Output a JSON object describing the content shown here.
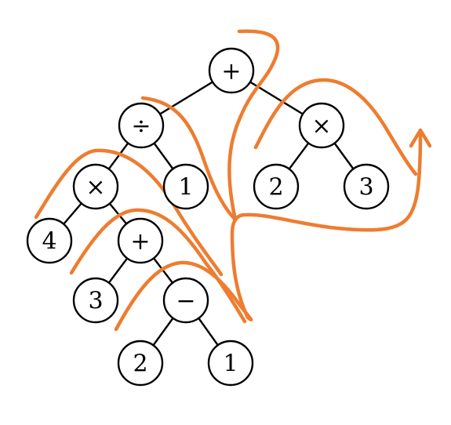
{
  "diagram": {
    "type": "expression-tree-traversal",
    "colors": {
      "tree": "#000000",
      "traversal": "#ED7D31"
    },
    "nodes": [
      {
        "id": "plus-root",
        "label": "+"
      },
      {
        "id": "divide",
        "label": "÷"
      },
      {
        "id": "times-right",
        "label": "×"
      },
      {
        "id": "times-left",
        "label": "×"
      },
      {
        "id": "one-a",
        "label": "1"
      },
      {
        "id": "two-a",
        "label": "2"
      },
      {
        "id": "three-a",
        "label": "3"
      },
      {
        "id": "four",
        "label": "4"
      },
      {
        "id": "plus-inner",
        "label": "+"
      },
      {
        "id": "three-b",
        "label": "3"
      },
      {
        "id": "minus",
        "label": "−"
      },
      {
        "id": "two-b",
        "label": "2"
      },
      {
        "id": "one-b",
        "label": "1"
      }
    ],
    "edges": [
      [
        "plus-root",
        "divide"
      ],
      [
        "plus-root",
        "times-right"
      ],
      [
        "divide",
        "times-left"
      ],
      [
        "divide",
        "one-a"
      ],
      [
        "times-right",
        "two-a"
      ],
      [
        "times-right",
        "three-a"
      ],
      [
        "times-left",
        "four"
      ],
      [
        "times-left",
        "plus-inner"
      ],
      [
        "plus-inner",
        "three-b"
      ],
      [
        "plus-inner",
        "minus"
      ],
      [
        "minus",
        "two-b"
      ],
      [
        "minus",
        "one-b"
      ]
    ]
  }
}
